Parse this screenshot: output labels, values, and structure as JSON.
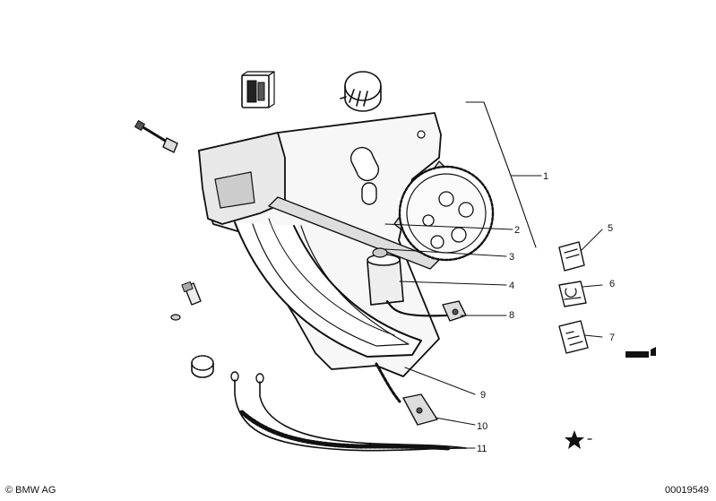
{
  "callouts": [
    {
      "id": "1",
      "label": "1"
    },
    {
      "id": "2",
      "label": "2"
    },
    {
      "id": "3",
      "label": "3"
    },
    {
      "id": "4",
      "label": "4"
    },
    {
      "id": "5",
      "label": "5"
    },
    {
      "id": "6",
      "label": "6"
    },
    {
      "id": "7",
      "label": "7"
    },
    {
      "id": "8",
      "label": "8"
    },
    {
      "id": "9",
      "label": "9"
    },
    {
      "id": "10",
      "label": "10"
    },
    {
      "id": "11",
      "label": "11"
    }
  ],
  "footer": {
    "copyright": "© BMW AG",
    "document_number": "00019549"
  },
  "symbol": {
    "star_icon": "star-icon"
  },
  "colors": {
    "ink": "#111111",
    "paper": "#ffffff"
  }
}
